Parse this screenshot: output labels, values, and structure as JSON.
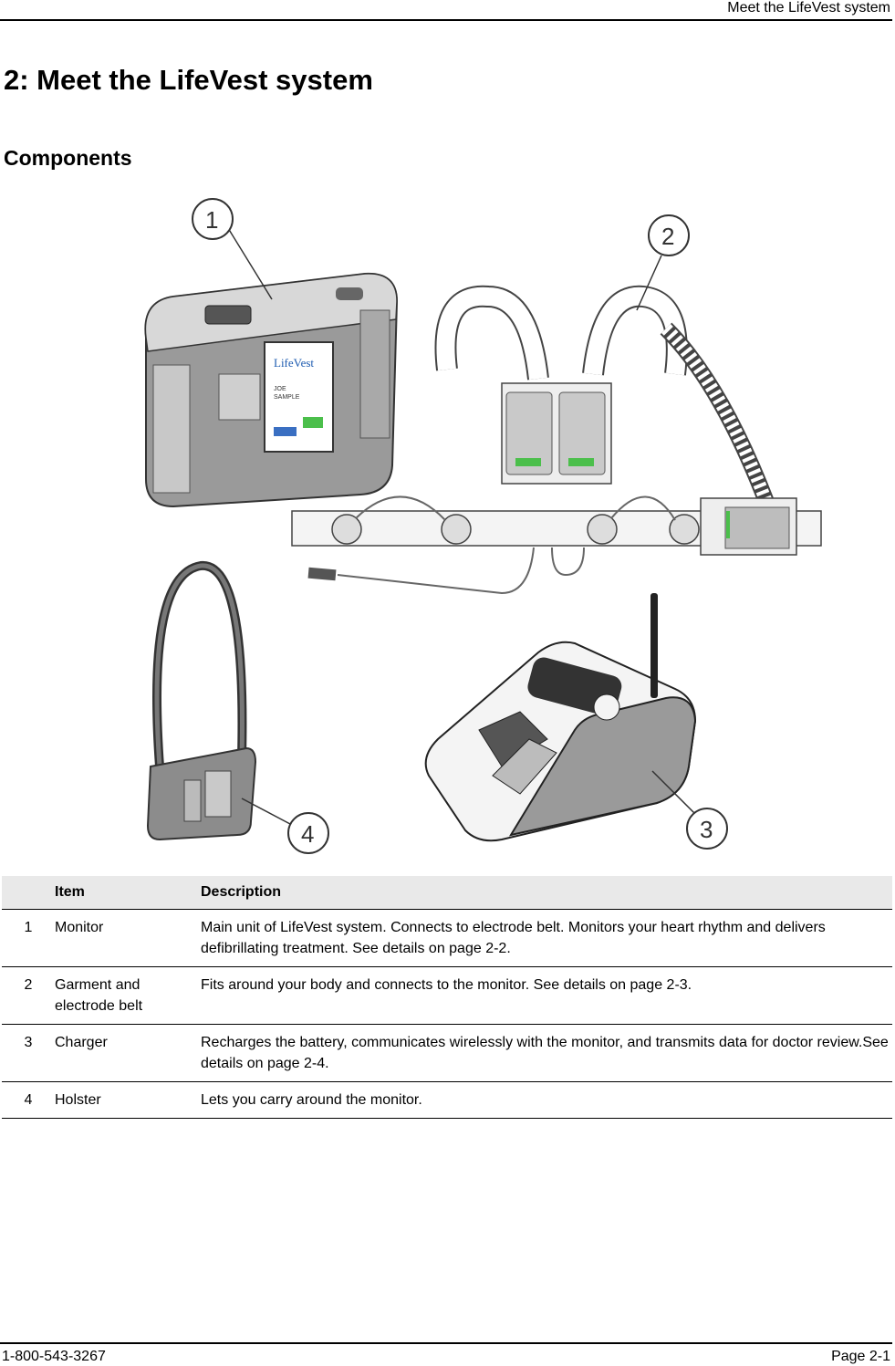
{
  "header": {
    "running_title": "Meet the LifeVest system"
  },
  "chapter_title": "2: Meet the LifeVest system",
  "section_title": "Components",
  "figure": {
    "callouts": [
      "1",
      "2",
      "3",
      "4"
    ],
    "monitor_screen": {
      "brand": "LifeVest",
      "name_line1": "JOE",
      "name_line2": "SAMPLE"
    }
  },
  "table": {
    "headers": {
      "num": "",
      "item": "Item",
      "description": "Description"
    },
    "rows": [
      {
        "num": "1",
        "item": "Monitor",
        "description": "Main unit of LifeVest system. Connects to electrode belt. Monitors your heart rhythm and delivers defibrillating treatment. See details on page 2-2."
      },
      {
        "num": "2",
        "item": "Garment and electrode belt",
        "description": "Fits around your body and connects to the monitor. See details on page 2-3."
      },
      {
        "num": "3",
        "item": "Charger",
        "description": "Recharges the battery, communicates wirelessly with the monitor, and transmits data for doctor review.See details on page 2-4."
      },
      {
        "num": "4",
        "item": "Holster",
        "description": "Lets you carry around the monitor."
      }
    ]
  },
  "footer": {
    "phone": "1-800-543-3267",
    "page": "Page 2-1"
  }
}
